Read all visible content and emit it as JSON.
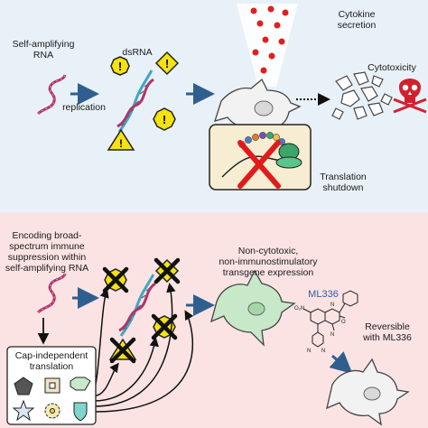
{
  "top": {
    "self_amplifying_rna_line1": "Self-amplifying",
    "self_amplifying_rna_line2": "RNA",
    "replication": "replication",
    "dsrna": "dsRNA",
    "cytokine_line1": "Cytokine",
    "cytokine_line2": "secretion",
    "cytotoxicity": "Cytotoxicity",
    "translation_line1": "Translation",
    "translation_line2": "shutdown"
  },
  "bottom": {
    "encoding_line1": "Encoding broad-",
    "encoding_line2": "spectrum immune",
    "encoding_line3": "suppression within",
    "encoding_line4": "self-amplifying RNA",
    "noncytotoxic_line1": "Non-cytotoxic,",
    "noncytotoxic_line2": "non-immunostimulatory",
    "noncytotoxic_line3": "transgene expression",
    "ml336": "ML336",
    "reversible_line1": "Reversible",
    "reversible_line2": "with ML336",
    "cap_line1": "Cap-independent",
    "cap_line2": "translation"
  },
  "colors": {
    "top_background": "#e8f1f8",
    "bottom_background": "#fbe3e3",
    "arrow": "#2f5f8f",
    "rna_strand": "#b0346b",
    "dsrna_strand": "#3ea7c4",
    "warning_yellow": "#f5e20f",
    "cytokine_red": "#e02020",
    "skull_red": "#d3202f",
    "cell_gray": "#f2f2f2",
    "cell_green": "#c7e9c9",
    "inhibit_x": "#e01b1b"
  },
  "icons": [
    "warning-triangle",
    "warning-octagon",
    "skull-icon",
    "ribosome-icon",
    "red-x-icon",
    "black-x-icon",
    "hexagon-icon",
    "pentagon-icon",
    "star-icon",
    "gear-icon",
    "shield-icon",
    "square-icon",
    "octagon-icon"
  ]
}
